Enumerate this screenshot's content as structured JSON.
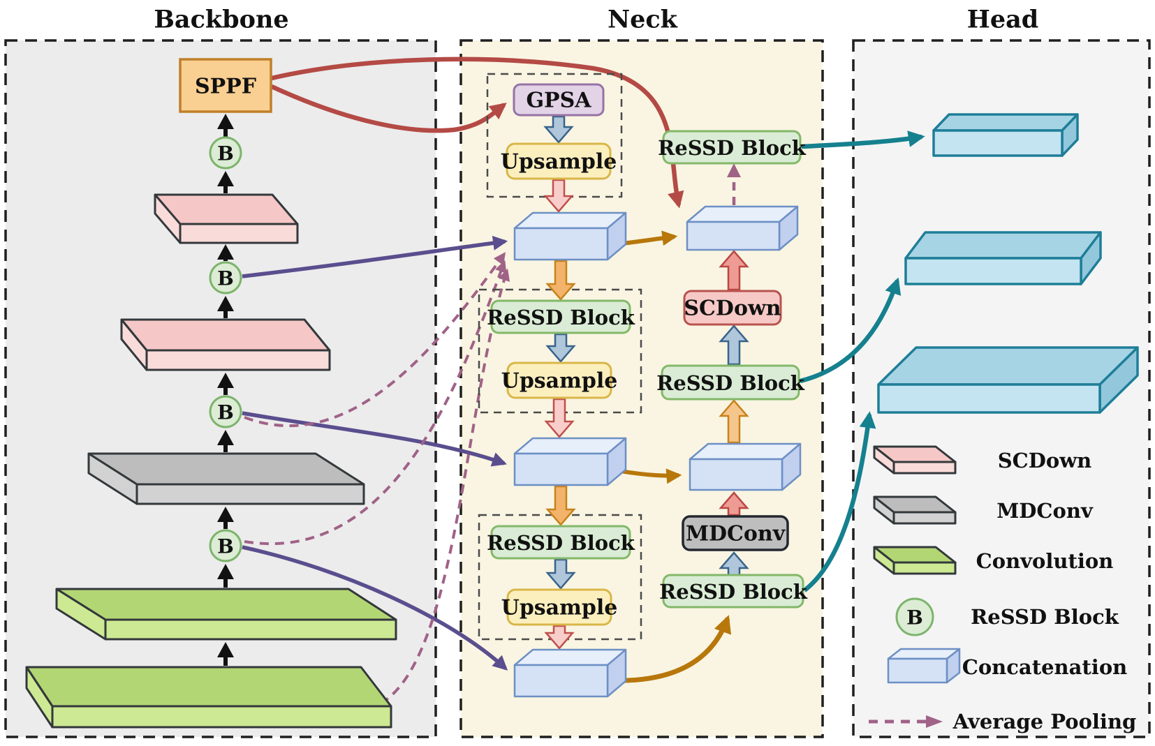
{
  "titles": {
    "backbone": "Backbone",
    "neck": "Neck",
    "head": "Head"
  },
  "nodes": {
    "sppf": "SPPF",
    "b": "B",
    "gpsa": "GPSA",
    "upsample": "Upsample",
    "ressd": "ReSSD Block",
    "scdown": "SCDown",
    "mdconv": "MDConv"
  },
  "legend": {
    "items": [
      {
        "icon": "scdown-slab-icon",
        "label": "SCDown"
      },
      {
        "icon": "mdconv-slab-icon",
        "label": "MDConv"
      },
      {
        "icon": "convolution-slab-icon",
        "label": "Convolution"
      },
      {
        "icon": "ressd-block-circle-icon",
        "label": "ReSSD Block"
      },
      {
        "icon": "concatenation-box-icon",
        "label": "Concatenation"
      },
      {
        "icon": "average-pooling-arrow-icon",
        "label": "Average Pooling"
      }
    ]
  },
  "colors": {
    "backbone_bg": "#ececec",
    "neck_bg": "#f9f5e2",
    "head_bg": "#f4f4f4",
    "sppf_fill": "#f9d092",
    "sppf_border": "#c07f2a",
    "convolution_fill": "#cde993",
    "scdown_fill": "#f6c9c6",
    "mdconv_fill": "#bebebe",
    "ressd_fill": "#daecd5",
    "gpsa_fill": "#e2d3e7",
    "upsample_fill": "#fcefbe",
    "concatenation_fill": "#d5e2f6",
    "b_circle_fill": "#dcecd5",
    "black_arrow": "#111111",
    "red_arrow": "#b44a45",
    "purple_arrow": "#5a4e8e",
    "average_pooling_arrow": "#a06287",
    "brown_arrow": "#b8770b",
    "teal_arrow": "#15808e",
    "blue_block_arrow": "#afc6db",
    "pink_block_arrow": "#f8cecb",
    "orange_block_arrow": "#f3b36b"
  }
}
